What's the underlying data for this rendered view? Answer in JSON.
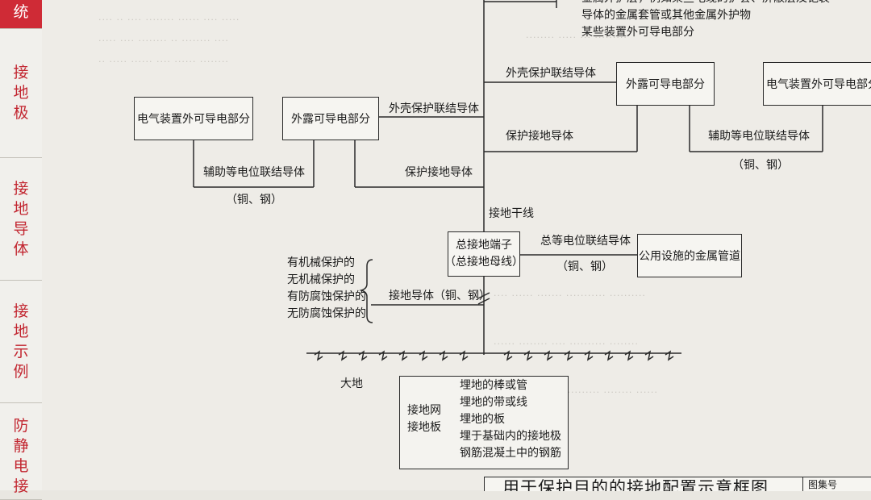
{
  "sidebar": {
    "tabs": [
      {
        "label": "统",
        "active": true
      },
      {
        "label": "接地极",
        "active": false
      },
      {
        "label": "接地导体",
        "active": false
      },
      {
        "label": "接地示例",
        "active": false
      },
      {
        "label": "防静电接",
        "active": false
      }
    ]
  },
  "diagram": {
    "top_right_note": [
      "金属外护层，例如某些电缆的护套、屏蔽层及铠装",
      "导体的金属套管或其他金属外护物",
      "某些装置外可导电部分"
    ],
    "left_group": {
      "box_external": "电气装置外可导电部分",
      "box_exposed": "外露可导电部分",
      "enclosure_conductor": "外壳保护联结导体",
      "aux_bonding": "辅助等电位联结导体",
      "aux_material": "（铜、钢）",
      "pe_conductor": "保护接地导体"
    },
    "right_group": {
      "enclosure_conductor": "外壳保护联结导体",
      "box_exposed": "外露可导电部分",
      "box_external": "电气装置外可导电部分",
      "pe_conductor": "保护接地导体",
      "aux_bonding": "辅助等电位联结导体",
      "aux_material": "（铜、钢）"
    },
    "earth_trunk": "接地干线",
    "main_terminal": [
      "总接地端子",
      "（总接地母线）"
    ],
    "main_bonding": "总等电位联结导体",
    "main_bonding_material": "（铜、钢）",
    "public_pipes": "公用设施的金属管道",
    "protection_types": [
      "有机械保护的",
      "无机械保护的",
      "有防腐蚀保护的",
      "无防腐蚀保护的"
    ],
    "earthing_conductor": "接地导体（铜、钢）",
    "earth": "大地",
    "electrode_types": [
      "接地网",
      "接地板"
    ],
    "electrode_items": [
      "埋地的棒或管",
      "埋地的带或线",
      "埋地的板",
      "埋于基础内的接地极",
      "钢筋混凝土中的钢筋"
    ]
  },
  "title_block": {
    "title": "用于保护目的的接地配置示意框图",
    "side_label": "图集号"
  }
}
